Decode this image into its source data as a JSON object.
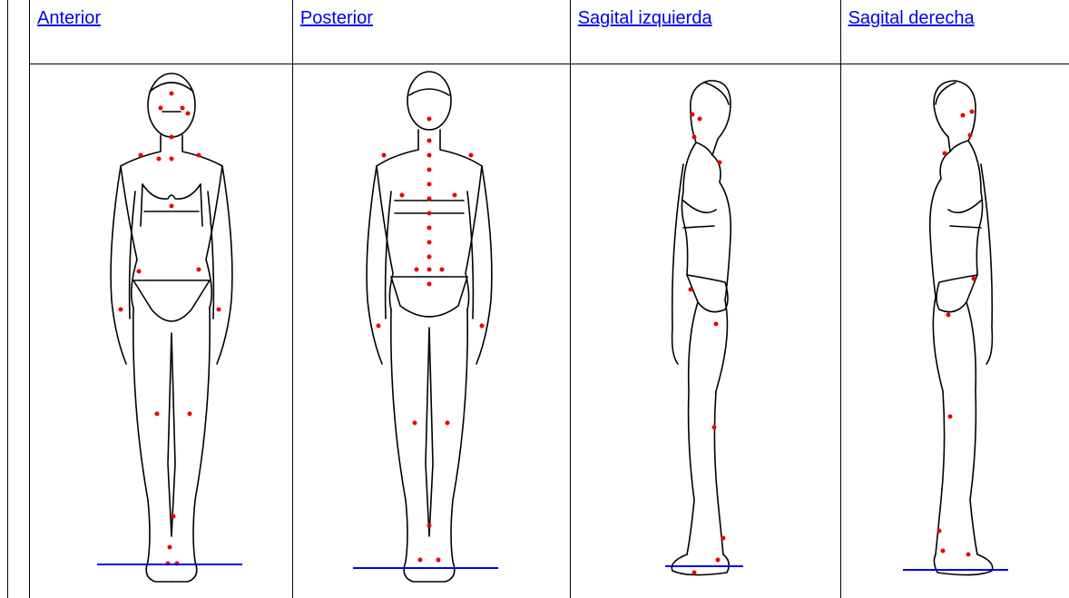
{
  "views": [
    {
      "label": "Anterior"
    },
    {
      "label": "Posterior"
    },
    {
      "label": "Sagital izquierda"
    },
    {
      "label": "Sagital derecha"
    }
  ],
  "colors": {
    "link": "#0000ee",
    "point": "#ee0000",
    "line": "#000000"
  },
  "icons": [
    "anterior-figure",
    "posterior-figure",
    "left-sagittal-figure",
    "right-sagittal-figure"
  ]
}
